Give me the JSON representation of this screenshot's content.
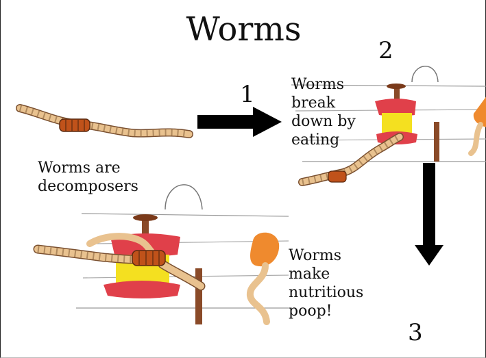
{
  "title": "Worms",
  "steps": [
    {
      "number": "1"
    },
    {
      "number": "2"
    },
    {
      "number": "3"
    }
  ],
  "captions": {
    "decomposers": "Worms are\ndecomposers",
    "break_down": "Worms\nbreak\ndown by\neating",
    "poop": "Worms\nmake\nnutritious\npoop!"
  },
  "colors": {
    "worm_body": "#e9c28f",
    "worm_band": "#c0521a",
    "apple_red": "#e0404a",
    "apple_yellow": "#f4e020",
    "mushroom": "#ef8a2e",
    "stem": "#8a4a28",
    "arrow": "#000000"
  },
  "icons": [
    "right-arrow-icon",
    "down-arrow-icon"
  ]
}
